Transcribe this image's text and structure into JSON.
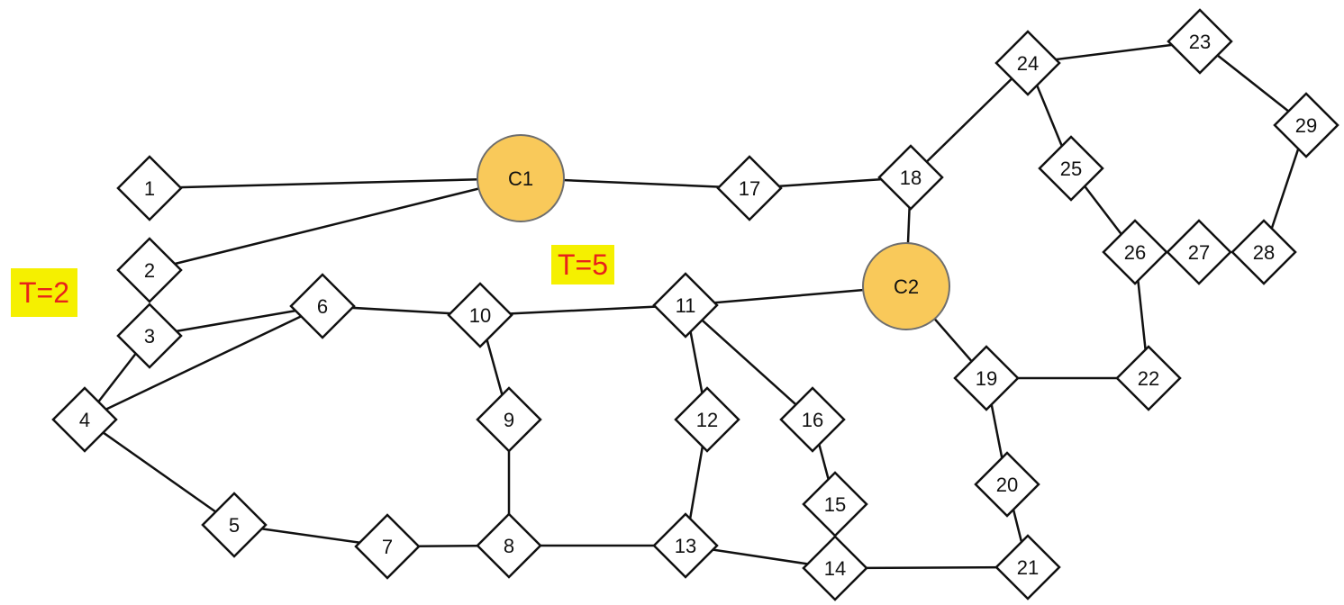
{
  "colors": {
    "circle_fill": "#f9c95a",
    "annotation_highlight": "#f5f000",
    "annotation_text": "#e8221a"
  },
  "annotations": [
    {
      "id": "t2",
      "label": "T=2"
    },
    {
      "id": "t5",
      "label": "T=5"
    }
  ],
  "nodes": [
    {
      "id": "1",
      "label": "1",
      "shape": "diamond"
    },
    {
      "id": "2",
      "label": "2",
      "shape": "diamond"
    },
    {
      "id": "3",
      "label": "3",
      "shape": "diamond"
    },
    {
      "id": "4",
      "label": "4",
      "shape": "diamond"
    },
    {
      "id": "5",
      "label": "5",
      "shape": "diamond"
    },
    {
      "id": "6",
      "label": "6",
      "shape": "diamond"
    },
    {
      "id": "7",
      "label": "7",
      "shape": "diamond"
    },
    {
      "id": "8",
      "label": "8",
      "shape": "diamond"
    },
    {
      "id": "9",
      "label": "9",
      "shape": "diamond"
    },
    {
      "id": "10",
      "label": "10",
      "shape": "diamond"
    },
    {
      "id": "11",
      "label": "11",
      "shape": "diamond"
    },
    {
      "id": "12",
      "label": "12",
      "shape": "diamond"
    },
    {
      "id": "13",
      "label": "13",
      "shape": "diamond"
    },
    {
      "id": "14",
      "label": "14",
      "shape": "diamond"
    },
    {
      "id": "15",
      "label": "15",
      "shape": "diamond"
    },
    {
      "id": "16",
      "label": "16",
      "shape": "diamond"
    },
    {
      "id": "17",
      "label": "17",
      "shape": "diamond"
    },
    {
      "id": "18",
      "label": "18",
      "shape": "diamond"
    },
    {
      "id": "19",
      "label": "19",
      "shape": "diamond"
    },
    {
      "id": "20",
      "label": "20",
      "shape": "diamond"
    },
    {
      "id": "21",
      "label": "21",
      "shape": "diamond"
    },
    {
      "id": "22",
      "label": "22",
      "shape": "diamond"
    },
    {
      "id": "23",
      "label": "23",
      "shape": "diamond"
    },
    {
      "id": "24",
      "label": "24",
      "shape": "diamond"
    },
    {
      "id": "25",
      "label": "25",
      "shape": "diamond"
    },
    {
      "id": "26",
      "label": "26",
      "shape": "diamond"
    },
    {
      "id": "27",
      "label": "27",
      "shape": "diamond"
    },
    {
      "id": "28",
      "label": "28",
      "shape": "diamond"
    },
    {
      "id": "29",
      "label": "29",
      "shape": "diamond"
    },
    {
      "id": "C1",
      "label": "C1",
      "shape": "circle"
    },
    {
      "id": "C2",
      "label": "C2",
      "shape": "circle"
    }
  ],
  "edges": [
    [
      "1",
      "C1"
    ],
    [
      "2",
      "C1"
    ],
    [
      "C1",
      "17"
    ],
    [
      "17",
      "18"
    ],
    [
      "18",
      "24"
    ],
    [
      "18",
      "C2"
    ],
    [
      "24",
      "23"
    ],
    [
      "23",
      "29"
    ],
    [
      "24",
      "25"
    ],
    [
      "25",
      "26"
    ],
    [
      "29",
      "28"
    ],
    [
      "26",
      "22"
    ],
    [
      "C2",
      "11"
    ],
    [
      "C2",
      "19"
    ],
    [
      "19",
      "22"
    ],
    [
      "19",
      "20"
    ],
    [
      "20",
      "21"
    ],
    [
      "14",
      "21"
    ],
    [
      "3",
      "6"
    ],
    [
      "3",
      "4"
    ],
    [
      "4",
      "6"
    ],
    [
      "4",
      "5"
    ],
    [
      "5",
      "7"
    ],
    [
      "7",
      "8"
    ],
    [
      "8",
      "13"
    ],
    [
      "13",
      "14"
    ],
    [
      "6",
      "10"
    ],
    [
      "10",
      "11"
    ],
    [
      "10",
      "9"
    ],
    [
      "9",
      "8"
    ],
    [
      "11",
      "12"
    ],
    [
      "12",
      "13"
    ],
    [
      "11",
      "16"
    ],
    [
      "16",
      "15"
    ]
  ]
}
